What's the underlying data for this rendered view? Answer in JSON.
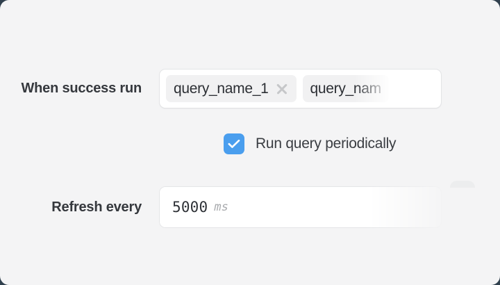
{
  "panel": {
    "background_color": "#f4f4f5",
    "page_background_color": "#30404d"
  },
  "success_run": {
    "label": "When success run",
    "tags": [
      {
        "text": "query_name_1",
        "removable": true,
        "remove_icon": "close-icon"
      },
      {
        "text": "query_nam",
        "removable": false,
        "clipped": true
      }
    ]
  },
  "periodic": {
    "checkbox_label": "Run query periodically",
    "checked": true,
    "check_icon": "check-icon",
    "accent_color": "#4a9eee"
  },
  "refresh": {
    "label": "Refresh every",
    "value": "5000",
    "unit": "ms"
  }
}
